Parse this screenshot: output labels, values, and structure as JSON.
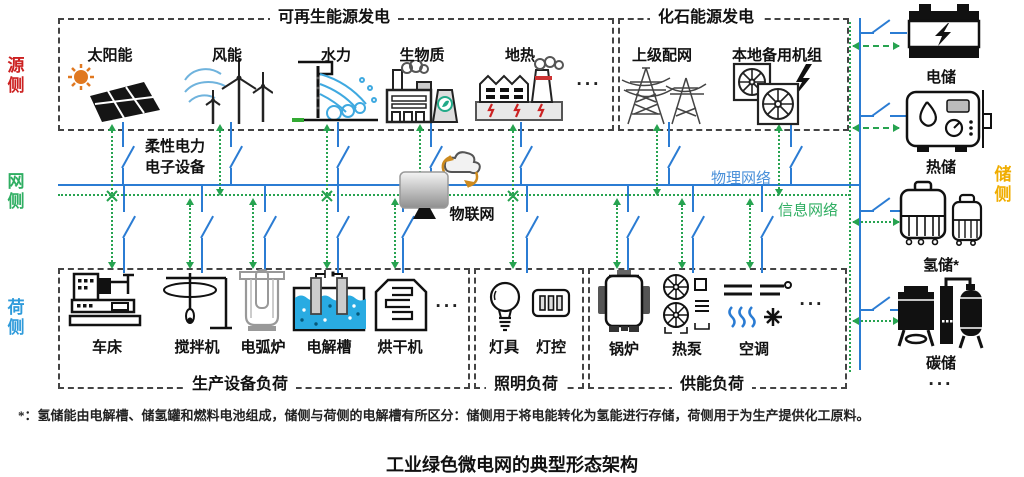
{
  "colors": {
    "physical_network_line": "#2b7cd3",
    "information_network_line": "#27a350",
    "source_side_label": "#cc2020",
    "grid_side_label": "#2fae62",
    "load_side_label": "#2f9bdb",
    "storage_side_label": "#f0ad00"
  },
  "side_labels": {
    "source": "源侧",
    "grid": "网侧",
    "load": "荷侧",
    "storage": "储侧"
  },
  "generation": {
    "renewable": {
      "title": "可再生能源发电",
      "items": [
        "太阳能",
        "风能",
        "水力",
        "生物质",
        "地热"
      ],
      "more": "···"
    },
    "fossil": {
      "title": "化石能源发电",
      "items": [
        "上级配网",
        "本地备用机组"
      ]
    }
  },
  "network": {
    "flexible_device_line1": "柔性电力",
    "flexible_device_line2": "电子设备",
    "iot": "物联网",
    "physical": "物理网络",
    "information": "信息网络"
  },
  "loads": {
    "production": {
      "title": "生产设备负荷",
      "items": [
        "车床",
        "搅拌机",
        "电弧炉",
        "电解槽",
        "烘干机"
      ],
      "more": "···"
    },
    "lighting": {
      "title": "照明负荷",
      "items": [
        "灯具",
        "灯控"
      ]
    },
    "energy": {
      "title": "供能负荷",
      "items": [
        "锅炉",
        "热泵",
        "空调"
      ],
      "more": "···"
    }
  },
  "storage": {
    "items": [
      "电储",
      "热储",
      "氢储*",
      "碳储"
    ],
    "more": "···"
  },
  "footnote": "*：氢储能由电解槽、储氢罐和燃料电池组成，储侧与荷侧的电解槽有所区分：储侧用于将电能转化为氢能进行存储，荷侧用于为生产提供化工原料。",
  "caption": "工业绿色微电网的典型形态架构"
}
